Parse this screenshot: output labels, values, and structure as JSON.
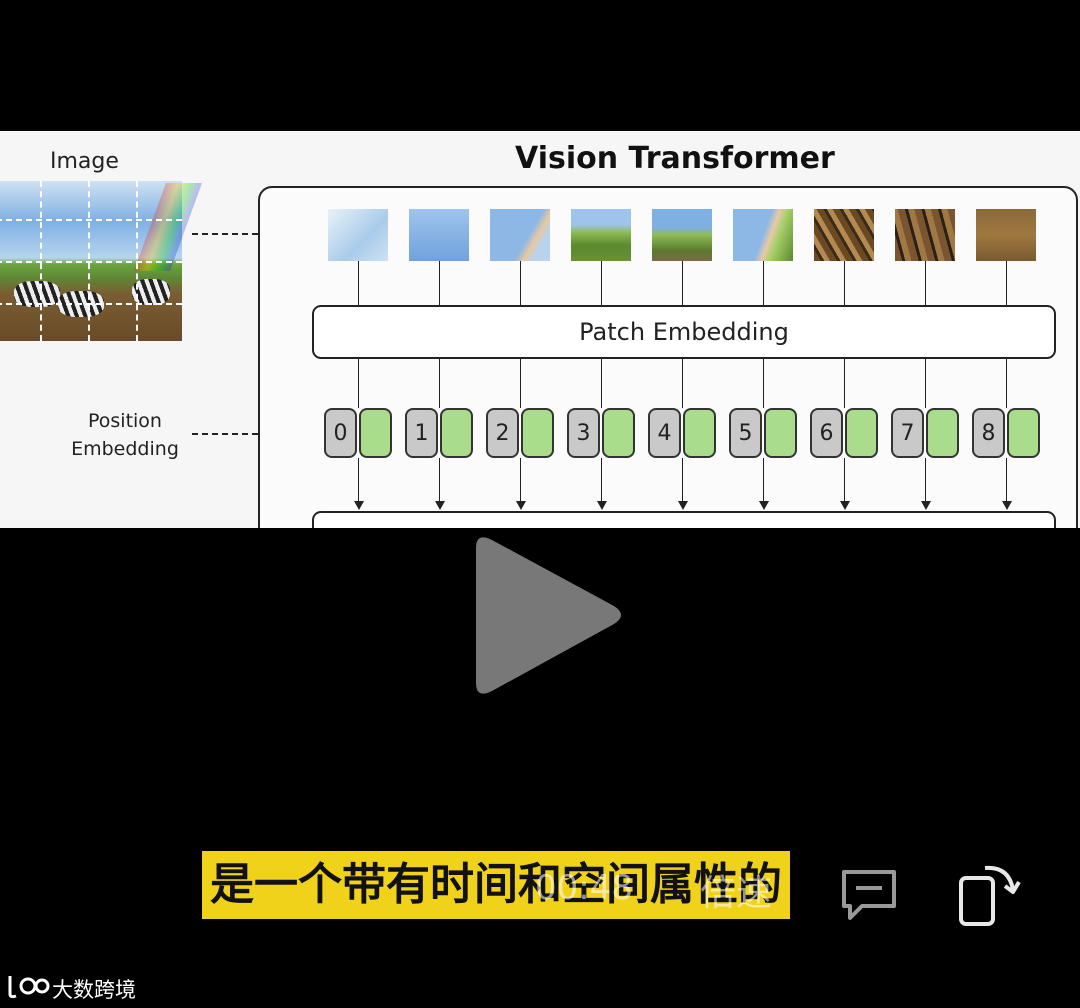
{
  "slide": {
    "image_label": "Image",
    "title": "Vision Transformer",
    "position_label_line1": "Position",
    "position_label_line2": "Embedding",
    "patch_embedding_label": "Patch Embedding",
    "position_indices": [
      "0",
      "1",
      "2",
      "3",
      "4",
      "5",
      "6",
      "7",
      "8"
    ]
  },
  "player": {
    "subtitle": "是一个带有时间和空间属性的",
    "timestamp": "00:48",
    "speed_label": "倍速"
  },
  "brand": {
    "name": "大数跨境"
  },
  "colors": {
    "subtitle_bg": "#f0d21a",
    "embedding_green": "#a9dd8c",
    "index_gray": "#c9c9c9"
  }
}
